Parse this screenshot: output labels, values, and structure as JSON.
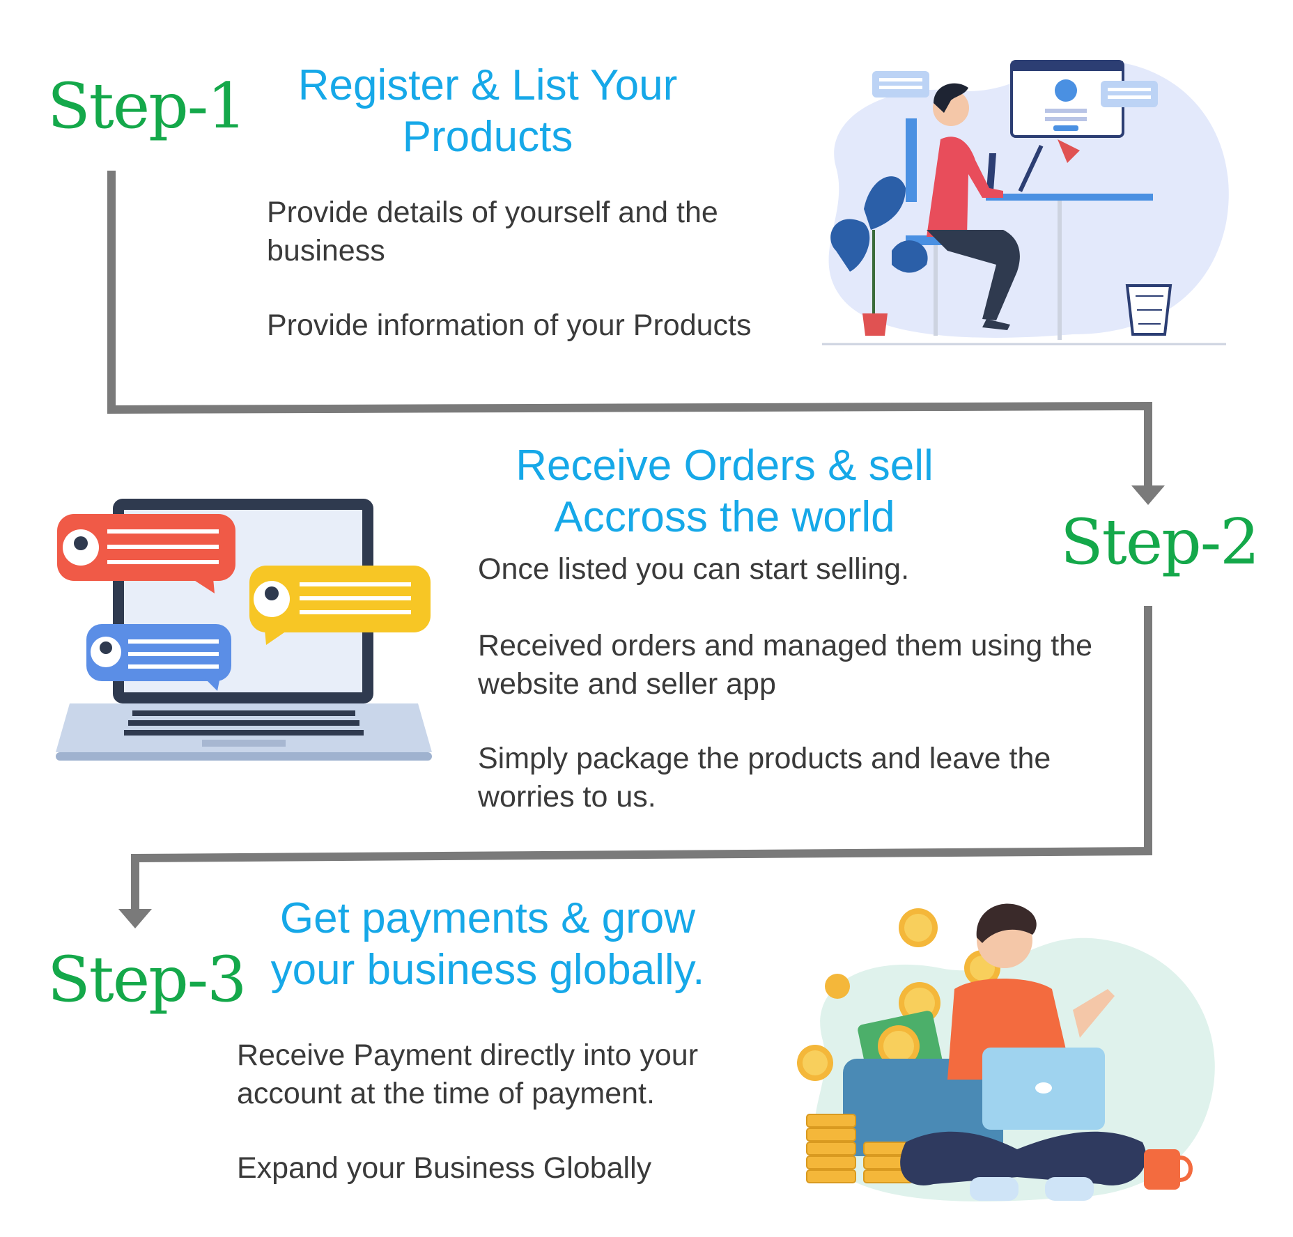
{
  "steps": [
    {
      "label": "Step-1",
      "heading_line1": "Register & List Your",
      "heading_line2": "Products",
      "points": [
        "Provide details of yourself and the business",
        "Provide information of your Products"
      ],
      "illustration": "person-at-desk-illustration"
    },
    {
      "label": "Step-2",
      "heading_line1": "Receive Orders & sell",
      "heading_line2": "Accross the world",
      "points": [
        "Once listed you can start selling.",
        "Received orders and managed them using the website and seller app",
        "Simply package the products and leave the worries to us."
      ],
      "illustration": "laptop-chat-illustration"
    },
    {
      "label": "Step-3",
      "heading_line1": "Get payments & grow",
      "heading_line2": "your business globally.",
      "points": [
        "Receive Payment directly into your account at the time of payment.",
        "Expand your Business Globally"
      ],
      "illustration": "person-with-money-illustration"
    }
  ],
  "colors": {
    "step_label": "#14a84a",
    "heading": "#16a8e8",
    "body_text": "#3a3a3a",
    "connector": "#7a7a7a"
  }
}
